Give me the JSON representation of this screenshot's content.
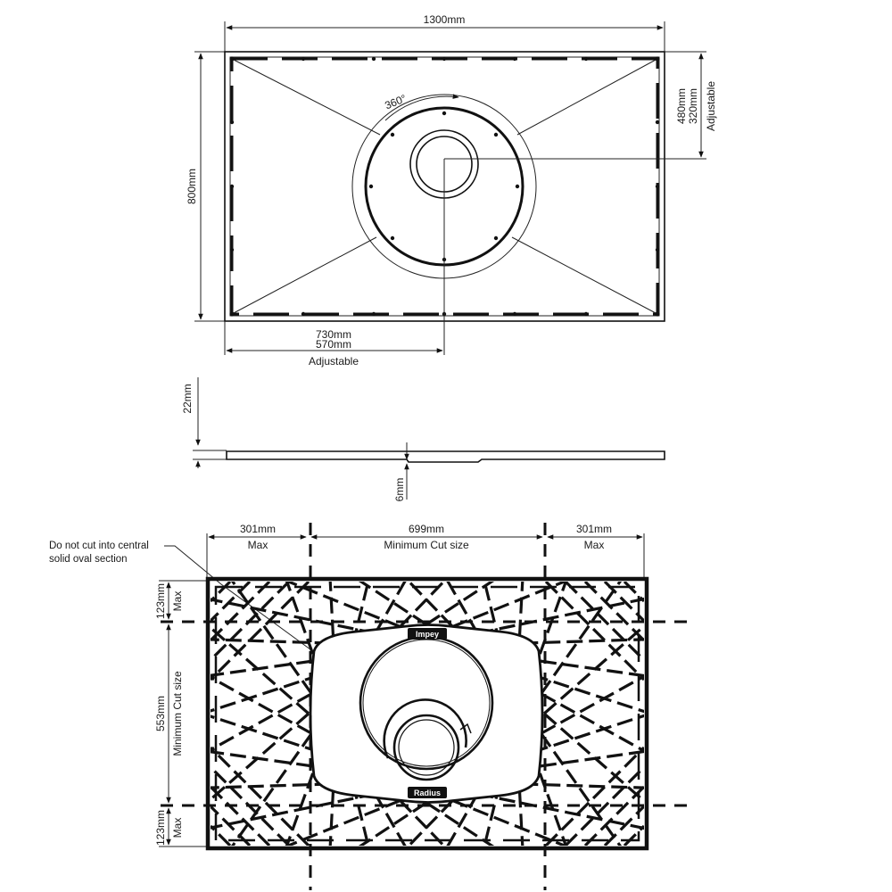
{
  "top_view": {
    "width_dim": "1300mm",
    "height_dim": "800mm",
    "rotation_label": "360°",
    "right_dim_1": "480mm",
    "right_dim_2": "320mm",
    "right_dim_note": "Adjustable",
    "bottom_dim_1": "730mm",
    "bottom_dim_2": "570mm",
    "bottom_dim_note": "Adjustable"
  },
  "side_view": {
    "thickness_dim": "22mm",
    "recess_dim": "6mm"
  },
  "cut_view": {
    "callout": [
      "Do not cut into central",
      "solid oval section"
    ],
    "left_dim": "301mm",
    "left_note": "Max",
    "center_dim": "699mm",
    "center_note": "Minimum Cut size",
    "right_dim": "301mm",
    "right_note": "Max",
    "top_v_dim": "123mm",
    "top_v_note": "Max",
    "mid_v_dim": "553mm",
    "mid_v_note": "Minimum Cut size",
    "bottom_v_dim": "123mm",
    "bottom_v_note": "Max",
    "brand_top": "Impey",
    "brand_bottom": "Radius"
  }
}
